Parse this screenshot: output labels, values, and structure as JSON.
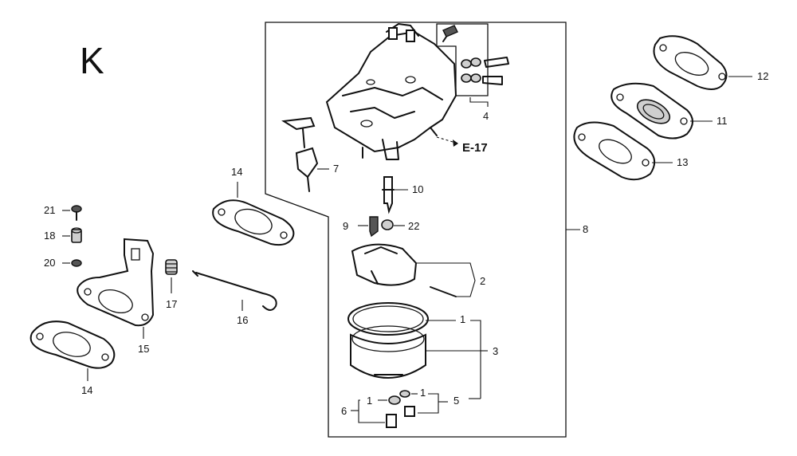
{
  "section_letter": "K",
  "reference": "E-17",
  "callouts": {
    "c1a": "1",
    "c1b": "1",
    "c1c": "1",
    "c2": "2",
    "c3": "3",
    "c4": "4",
    "c5": "5",
    "c6": "6",
    "c7": "7",
    "c8": "8",
    "c9": "9",
    "c10": "10",
    "c11": "11",
    "c12": "12",
    "c13": "13",
    "c14a": "14",
    "c14b": "14",
    "c15": "15",
    "c16": "16",
    "c17": "17",
    "c18": "18",
    "c20": "20",
    "c21": "21",
    "c22": "22"
  }
}
